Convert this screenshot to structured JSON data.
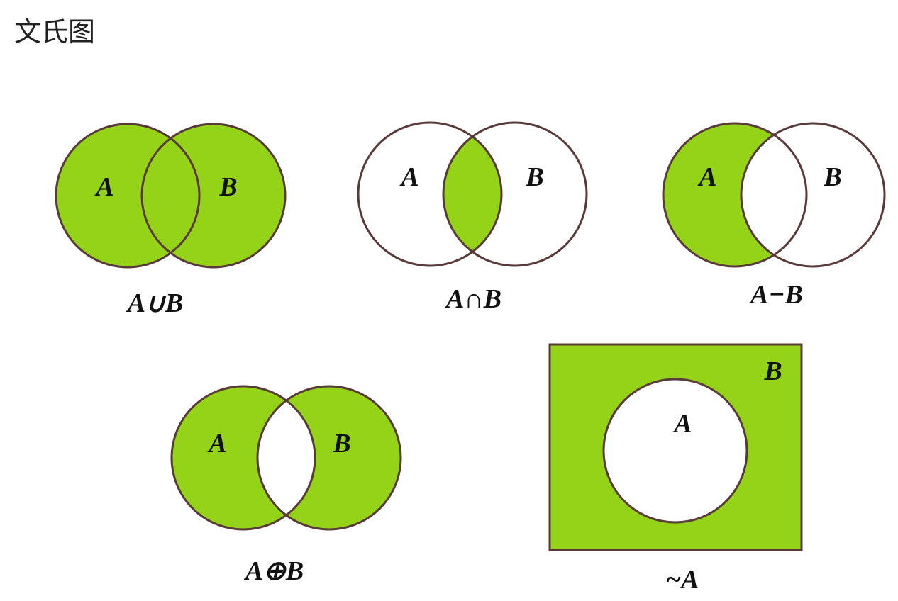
{
  "title": "文氏图",
  "colors": {
    "fill": "#94d318",
    "stroke": "#5a3a38",
    "background": "#ffffff"
  },
  "diagrams": [
    {
      "id": "union",
      "caption": "A∪B",
      "set_a": "A",
      "set_b": "B"
    },
    {
      "id": "intersection",
      "caption": "A∩B",
      "set_a": "A",
      "set_b": "B"
    },
    {
      "id": "difference",
      "caption": "A−B",
      "set_a": "A",
      "set_b": "B"
    },
    {
      "id": "sym-diff",
      "caption": "A⊕B",
      "set_a": "A",
      "set_b": "B"
    },
    {
      "id": "complement",
      "caption": "~A",
      "set_a": "A",
      "set_b": "B"
    }
  ]
}
